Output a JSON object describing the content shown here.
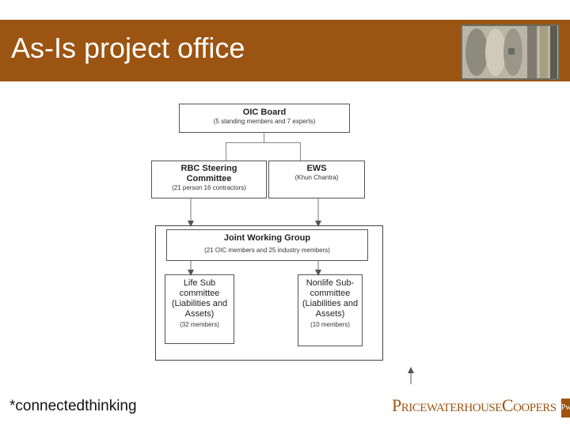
{
  "header": {
    "title": "As-Is project office",
    "color": "#9c5412"
  },
  "diagram": {
    "oic_board": {
      "title": "OIC Board",
      "note": "(5 standing members and 7 experts)"
    },
    "rbc_steering": {
      "title": "RBC Steering Committee",
      "note": "(21 person 16 contractors)"
    },
    "ews": {
      "title": "EWS",
      "note": "(Khun Chantra)"
    },
    "joint_working_group": {
      "title": "Joint Working Group",
      "note": "(21 OIC members and 25 industry members)"
    },
    "life_sub": {
      "body": "Life Sub committee (Liabilities and Assets)",
      "note": "(32 members)"
    },
    "nonlife_sub": {
      "body": "Nonlife Sub-committee (Liabilities and Assets)",
      "note": "(10 members)"
    }
  },
  "footer": {
    "tagline": "*connectedthinking",
    "logo_text": "PricewaterhouseCoopers",
    "logo_mark": "PwC"
  }
}
